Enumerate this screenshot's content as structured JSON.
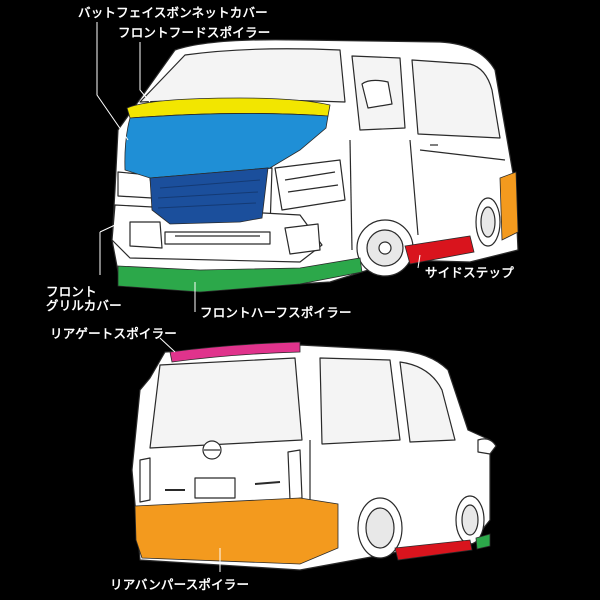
{
  "labels": {
    "batface_bonnet_cover": "バットフェイスボンネットカバー",
    "front_hood_spoiler": "フロントフードスポイラー",
    "front_grill_cover_line1": "フロント",
    "front_grill_cover_line2": "グリルカバー",
    "front_half_spoiler": "フロントハーフスポイラー",
    "side_step": "サイドステップ",
    "rear_gate_spoiler": "リアゲートスポイラー",
    "rear_bumper_spoiler": "リアバンパースポイラー"
  },
  "part_colors": {
    "hood_spoiler": "#f2e600",
    "bonnet_cover": "#1f8fd6",
    "grill_cover": "#1b4f9c",
    "half_spoiler": "#2ca84a",
    "side_step": "#d9141d",
    "rear_bumper": "#f39a1e",
    "rear_gate_spoiler": "#e0338c",
    "side_step_rear_green": "#2ca84a",
    "body": "#ffffff",
    "line": "#2a2a2a"
  }
}
